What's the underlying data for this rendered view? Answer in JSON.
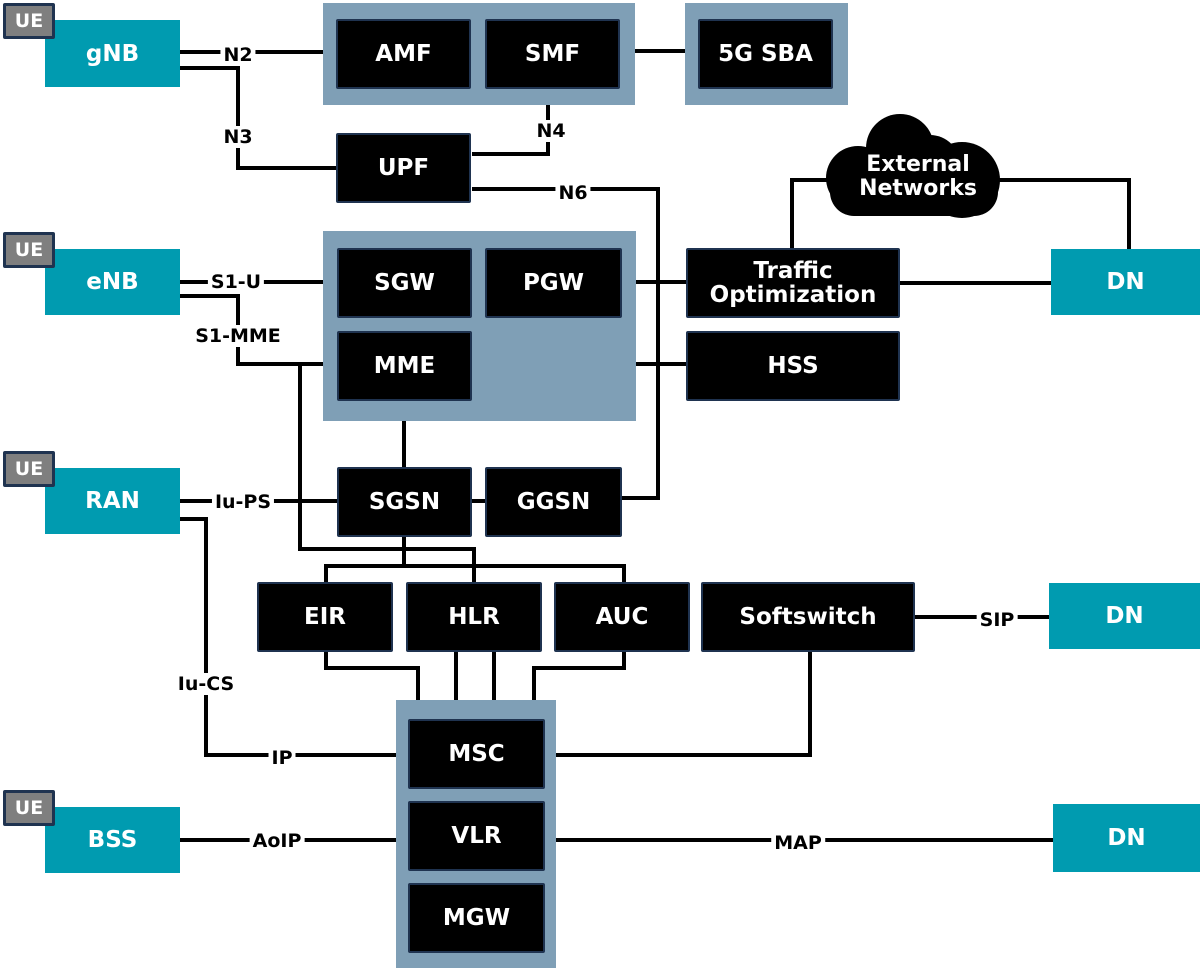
{
  "colors": {
    "access_node": "#009bb0",
    "core_group": "#7f9fb6",
    "network_function": "#000000",
    "ue_badge": "#7f7f7f",
    "line": "#000000"
  },
  "ue_label": "UE",
  "access_nodes": {
    "gnb": "gNB",
    "enb": "eNB",
    "ran": "RAN",
    "bss": "BSS",
    "dn_top": "DN",
    "dn_sip": "DN",
    "dn_map": "DN"
  },
  "functions": {
    "amf": "AMF",
    "smf": "SMF",
    "sba": "5G SBA",
    "upf": "UPF",
    "sgw": "SGW",
    "pgw": "PGW",
    "mme": "MME",
    "traffic_opt_line1": "Traffic",
    "traffic_opt_line2": "Optimization",
    "hss": "HSS",
    "sgsn": "SGSN",
    "ggsn": "GGSN",
    "eir": "EIR",
    "hlr": "HLR",
    "auc": "AUC",
    "softswitch": "Softswitch",
    "msc": "MSC",
    "vlr": "VLR",
    "mgw": "MGW"
  },
  "cloud": {
    "line1": "External",
    "line2": "Networks"
  },
  "interfaces": {
    "n2": "N2",
    "n3": "N3",
    "n4": "N4",
    "n6": "N6",
    "s1u": "S1-U",
    "s1mme": "S1-MME",
    "iups": "Iu-PS",
    "iucs": "Iu-CS",
    "ip": "IP",
    "aoip": "AoIP",
    "sip": "SIP",
    "map": "MAP"
  }
}
